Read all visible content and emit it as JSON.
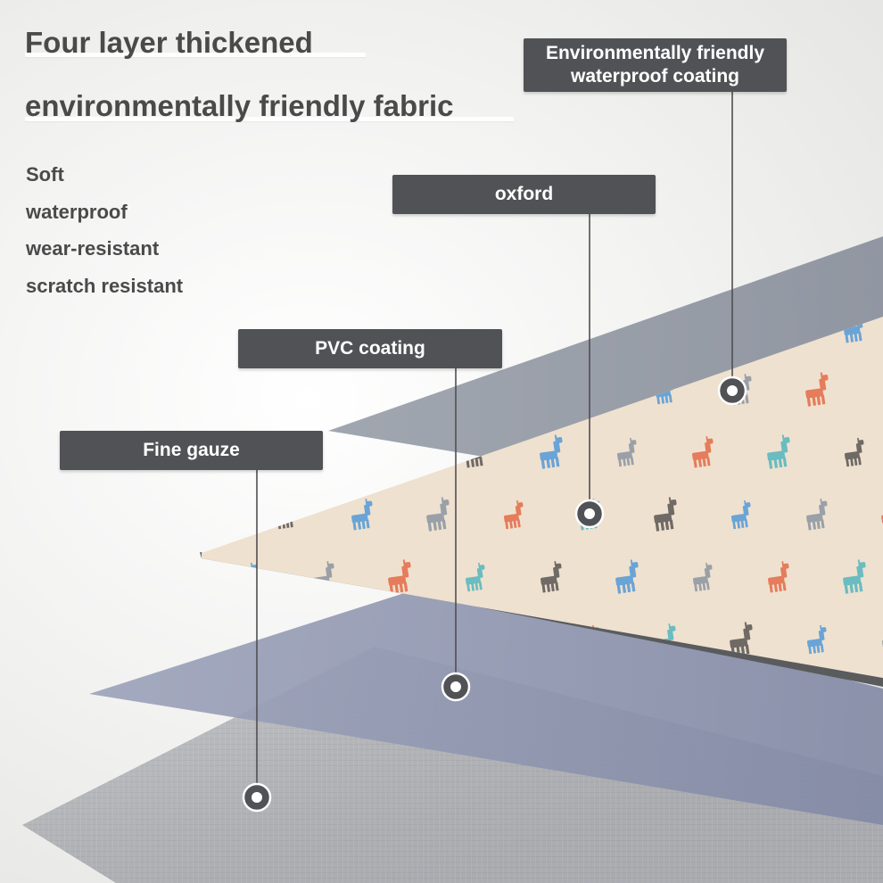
{
  "heading": {
    "line1": "Four layer thickened",
    "line2": "environmentally friendly fabric"
  },
  "features": [
    "Soft",
    "waterproof",
    "wear-resistant",
    "scratch resistant"
  ],
  "layers": {
    "coating": {
      "label_line1": "Environmentally friendly",
      "label_line2": "waterproof coating"
    },
    "oxford": {
      "label": "oxford"
    },
    "pvc": {
      "label": "PVC coating"
    },
    "gauze": {
      "label": "Fine gauze"
    }
  },
  "colors": {
    "callout_bg": "#515255",
    "heading_text": "#4a4a4a",
    "coating_layer": "#8e96a2",
    "oxford_layer": "#efe1cf",
    "pvc_layer": "#8c93ad",
    "gauze_layer": "#b6b8bd",
    "print_colors": [
      "#6f6a66",
      "#e57c5c",
      "#6aa4d6",
      "#6bbcc0",
      "#9aa0a8"
    ]
  }
}
